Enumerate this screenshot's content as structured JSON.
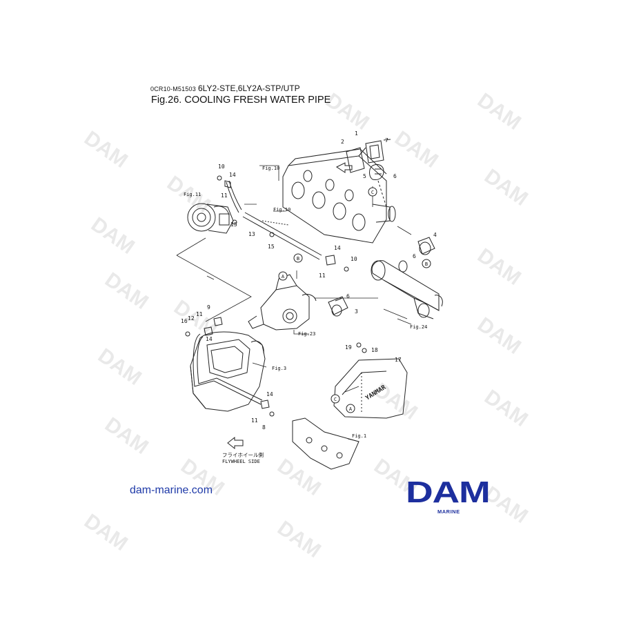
{
  "header": {
    "doc_code": "0CR10-M51503",
    "models": "6LY2-STE,6LY2A-STP/UTP",
    "figure_title": "Fig.26.  COOLING FRESH WATER PIPE"
  },
  "watermark": {
    "text": "DAM"
  },
  "refs": {
    "fig10_a": "Fig.10",
    "fig10_b": "Fig.10",
    "fig11": "Fig.11",
    "fig23": "Fig.23",
    "fig24": "Fig.24",
    "fig3": "Fig.3",
    "fig1": "Fig.1"
  },
  "callouts": {
    "a": "A",
    "b": "B",
    "c": "C"
  },
  "part_numbers": {
    "n1": "1",
    "n2": "2",
    "n3": "3",
    "n4": "4",
    "n5": "5",
    "n6a": "6",
    "n6b": "6",
    "n6c": "6",
    "n7": "7",
    "n8": "8",
    "n9": "9",
    "n10a": "10",
    "n10b": "10",
    "n11a": "11",
    "n11b": "11",
    "n11c": "11",
    "n11d": "11",
    "n12": "12",
    "n13": "13",
    "n14a": "14",
    "n14b": "14",
    "n14c": "14",
    "n14d": "14",
    "n15a": "15",
    "n15b": "15",
    "n16": "16",
    "n17": "17",
    "n18": "18",
    "n19": "19"
  },
  "flywheel": {
    "jp": "フライホイール側",
    "en": "FLYWHEEL SIDE"
  },
  "decal": "YANMAR",
  "footer": {
    "site": "dam-marine.com",
    "logo_mark": "DAM",
    "logo_sub": "MARINE"
  },
  "colors": {
    "brand": "#1d2f9e",
    "link": "#1f3aa8",
    "watermark": "#e9e9e9"
  }
}
